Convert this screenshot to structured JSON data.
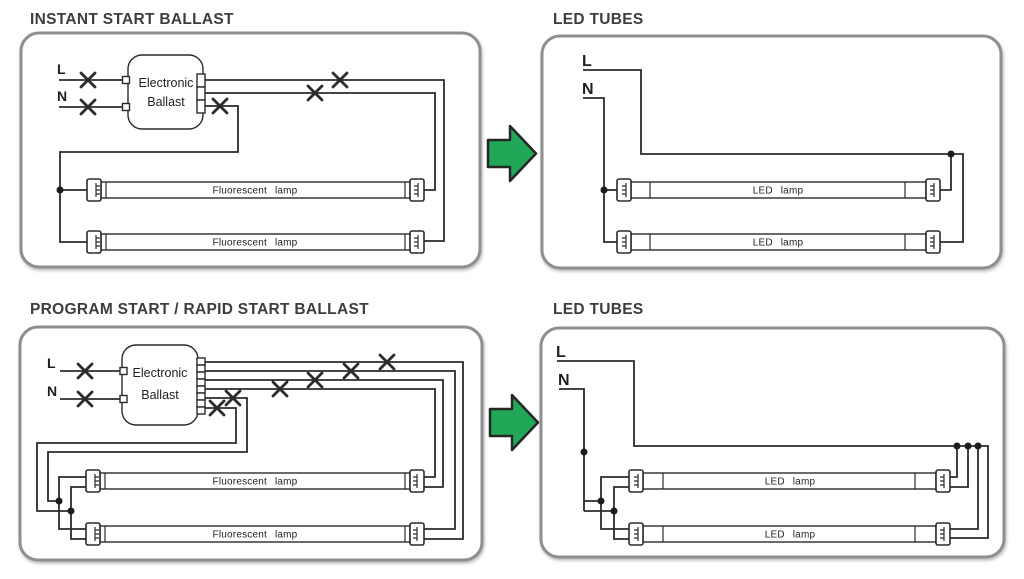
{
  "colors": {
    "background": "#ffffff",
    "wire": "#2b2b2b",
    "panel_border": "#8f8f8f",
    "title_text": "#3d3d3d",
    "arrow_fill": "#20a757",
    "arrow_outline": "#262626"
  },
  "panels": {
    "instant_start": {
      "title": "INSTANT START BALLAST",
      "live": "L",
      "neutral": "N",
      "ballast_line1": "Electronic",
      "ballast_line2": "Ballast",
      "lamp1": "Fluorescent lamp",
      "lamp2": "Fluorescent lamp"
    },
    "led_tubes_top": {
      "title": "LED TUBES",
      "live": "L",
      "neutral": "N",
      "lamp1": "LED lamp",
      "lamp2": "LED lamp"
    },
    "program_start": {
      "title": "PROGRAM START / RAPID START BALLAST",
      "live": "L",
      "neutral": "N",
      "ballast_line1": "Electronic",
      "ballast_line2": "Ballast",
      "lamp1": "Fluorescent lamp",
      "lamp2": "Fluorescent lamp"
    },
    "led_tubes_bottom": {
      "title": "LED TUBES",
      "live": "L",
      "neutral": "N",
      "lamp1": "LED lamp",
      "lamp2": "LED lamp"
    }
  },
  "icons": {
    "conversion_arrow": "right-arrow",
    "cut_mark": "x-cross",
    "junction": "dot"
  }
}
